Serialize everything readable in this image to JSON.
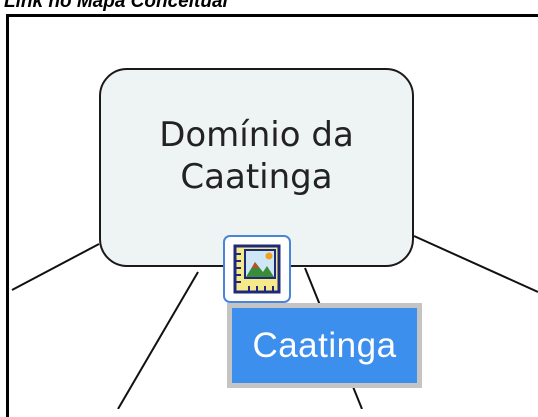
{
  "caption": "Link no Mapa Conceitual",
  "map": {
    "node": {
      "label_line1": "Domínio da",
      "label_line2": "Caatinga"
    },
    "attachment": {
      "icon": "image-attachment-icon"
    },
    "tooltip": {
      "text": "Caatinga"
    }
  },
  "colors": {
    "node_fill": "#eef3f4",
    "tooltip_bg": "#3d8fee",
    "icon_border": "#4a86d8"
  }
}
